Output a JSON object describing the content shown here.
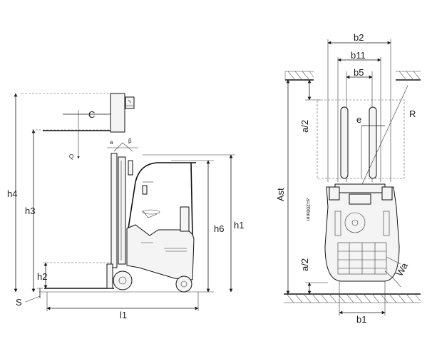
{
  "labels": {
    "C": "C",
    "Q": "Q",
    "a_small": "a",
    "beta": "β",
    "h4": "h4",
    "h3": "h3",
    "h2": "h2",
    "h6": "h6",
    "h1": "h1",
    "S": "S",
    "l1": "l1",
    "b2": "b2",
    "b11": "b11",
    "b5": "b5",
    "e": "e",
    "R": "R",
    "a_half_top": "a/2",
    "a_half_bottom": "a/2",
    "Ast": "Ast",
    "a_200": "a=200mm",
    "Wa": "Wa",
    "b1": "b1"
  }
}
